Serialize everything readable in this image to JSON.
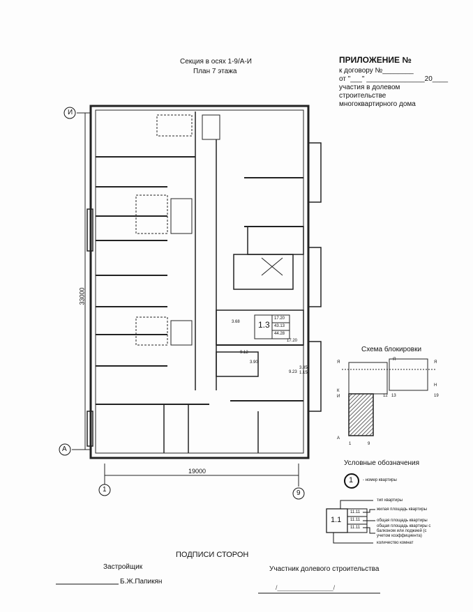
{
  "appendix": {
    "title": "ПРИЛОЖЕНИЕ №",
    "line1": "к договору №________",
    "line2": "от \"___\" _______________20____",
    "line3": "участия в долевом",
    "line4": "строительстве",
    "line5": "многоквартирного дома"
  },
  "plan": {
    "section": "Секция в осях 1-9/А-И",
    "floor": "План 7 этажа",
    "dim_vertical": "33000",
    "dim_horizontal": "19000",
    "axes": {
      "top": "И",
      "bottom": "А",
      "left": "1",
      "right": "9"
    },
    "apartment": {
      "type": "1.3",
      "living": "17.20",
      "total": "43.13",
      "total_with_balcony": "44.28"
    },
    "room_areas": [
      "3.68",
      "17.20",
      "9.12",
      "3.90",
      "9.23",
      "3.85",
      "1.15"
    ]
  },
  "scheme": {
    "title": "Схема блокировки",
    "axes": [
      "Я",
      "Я",
      "Я",
      "Н",
      "К",
      "И",
      "А",
      "1",
      "9",
      "12",
      "13",
      "19"
    ]
  },
  "legend": {
    "title": "Условные обозначения",
    "circle_num": "1",
    "circle_label": "- номер квартиры",
    "sample_type": "1.1",
    "sample_values": [
      "11.11",
      "11.11",
      "11.11"
    ],
    "labels": [
      "тип квартиры",
      "жилая площадь квартиры",
      "общая площадь квартиры",
      "общая площадь квартиры с балконом или лоджией (с учетом коэффициента)",
      "количество комнат"
    ]
  },
  "signatures": {
    "title": "ПОДПИСИ СТОРОН",
    "developer": "Застройщик",
    "developer_name": "Б.Ж.Папикян",
    "participant": "Участник долевого строительства",
    "participant_line": "/________________/"
  }
}
